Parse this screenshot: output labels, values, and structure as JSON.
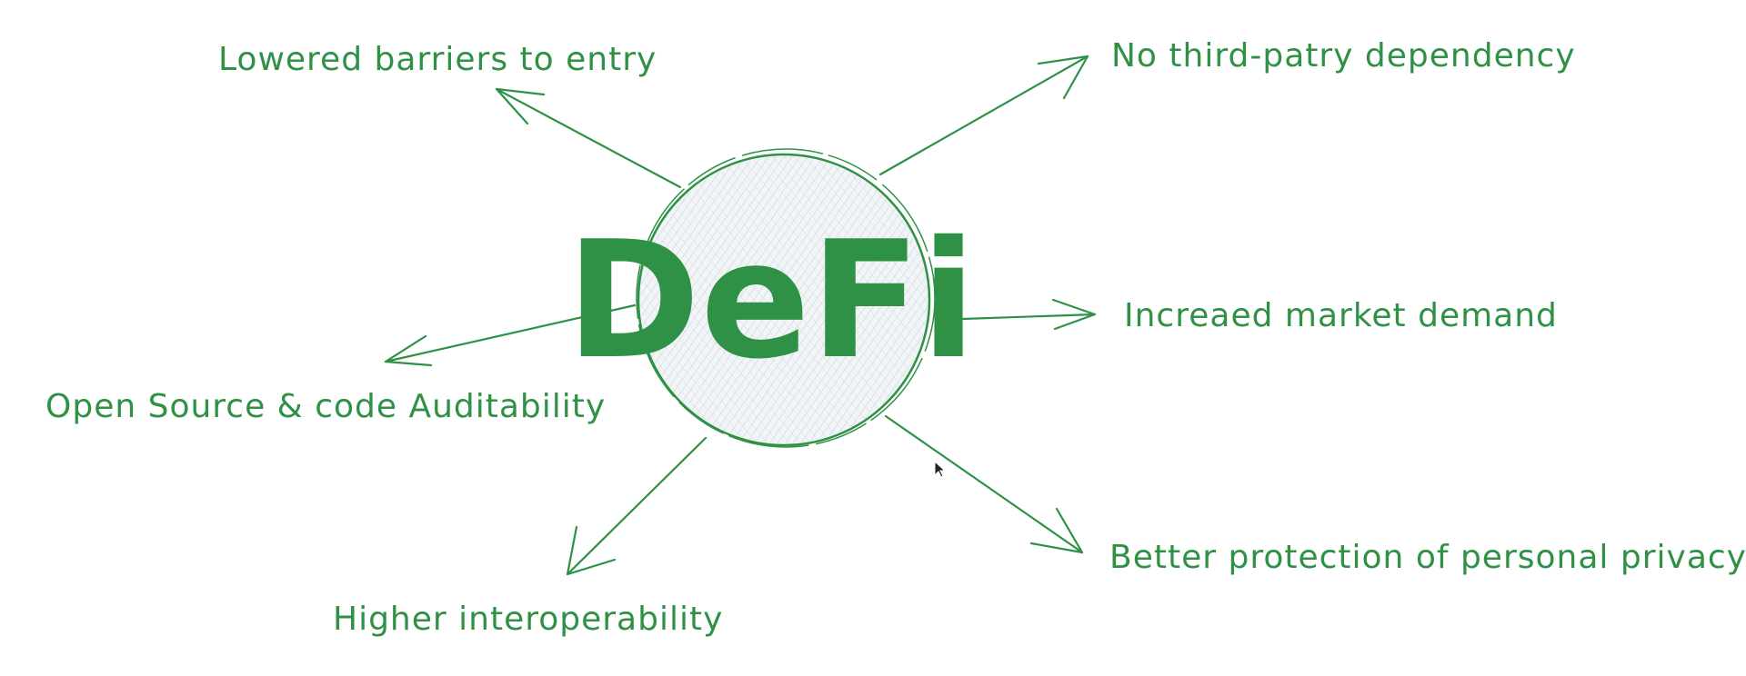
{
  "center": {
    "title": "DeFi"
  },
  "benefits": [
    {
      "id": "lowered-barriers",
      "text": "Lowered barriers to entry"
    },
    {
      "id": "no-third-party",
      "text": "No third-patry dependency"
    },
    {
      "id": "increased-demand",
      "text": "Increaed market demand"
    },
    {
      "id": "open-source",
      "text": "Open Source & code Auditability"
    },
    {
      "id": "privacy",
      "text": "Better protection of personal privacy"
    },
    {
      "id": "interoperability",
      "text": "Higher interoperability"
    }
  ],
  "colors": {
    "ink": "#2e9145",
    "circle_fill": "#eef2f4",
    "hatch": "#c5ccd1",
    "background": "#ffffff"
  },
  "icons": {
    "cursor": "mouse-pointer-icon"
  }
}
